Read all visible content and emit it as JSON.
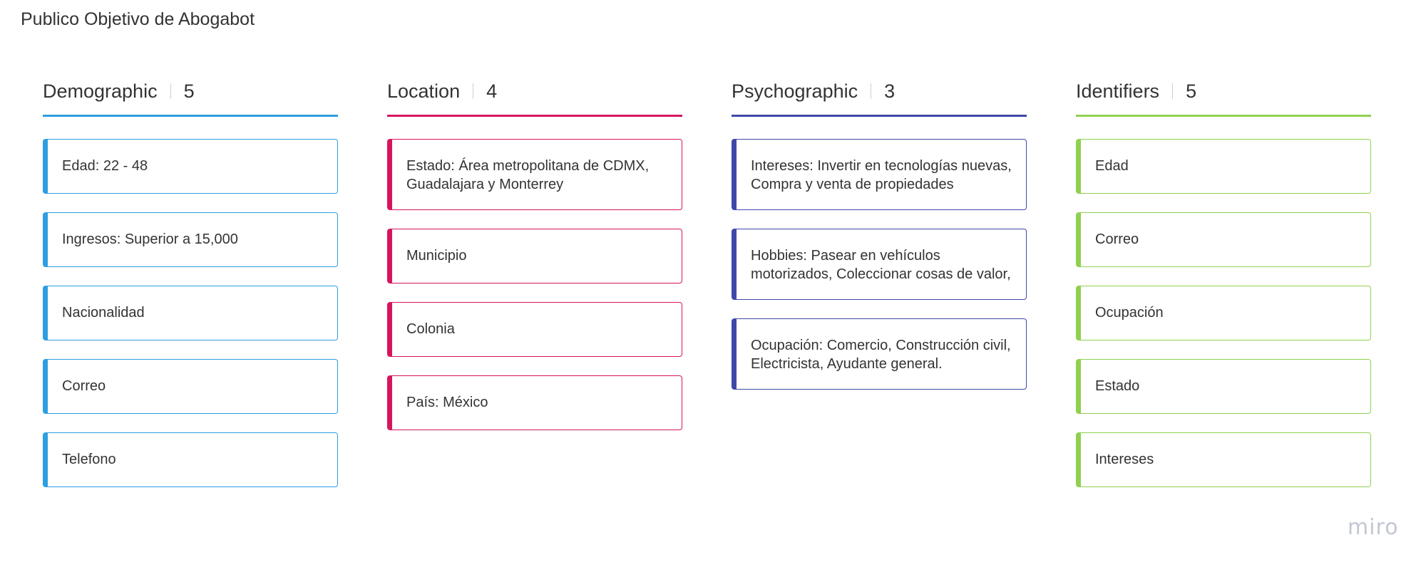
{
  "board": {
    "title": "Publico Objetivo de Abogabot"
  },
  "columns": [
    {
      "title": "Demographic",
      "count": "5",
      "color": "#2d9ee0",
      "cards": [
        "Edad:  22 - 48",
        "Ingresos: Superior a 15,000",
        "Nacionalidad",
        "Correo",
        "Telefono"
      ]
    },
    {
      "title": "Location",
      "count": "4",
      "color": "#d6155f",
      "cards": [
        "Estado: Área metropolitana de CDMX, Guadalajara y Monterrey",
        "Municipio",
        "Colonia",
        "País: México"
      ]
    },
    {
      "title": "Psychographic",
      "count": "3",
      "color": "#3f48a8",
      "cards": [
        "Intereses: Invertir en tecnologías nuevas, Compra y venta de propiedades",
        "Hobbies: Pasear en vehículos motorizados, Coleccionar cosas de valor,",
        "Ocupación: Comercio, Construcción civil, Electricista, Ayudante general."
      ]
    },
    {
      "title": "Identifiers",
      "count": "5",
      "color": "#8fd14f",
      "cards": [
        "Edad",
        "Correo",
        "Ocupación",
        "Estado",
        "Intereses"
      ]
    }
  ],
  "branding": {
    "logo_text": "miro"
  }
}
